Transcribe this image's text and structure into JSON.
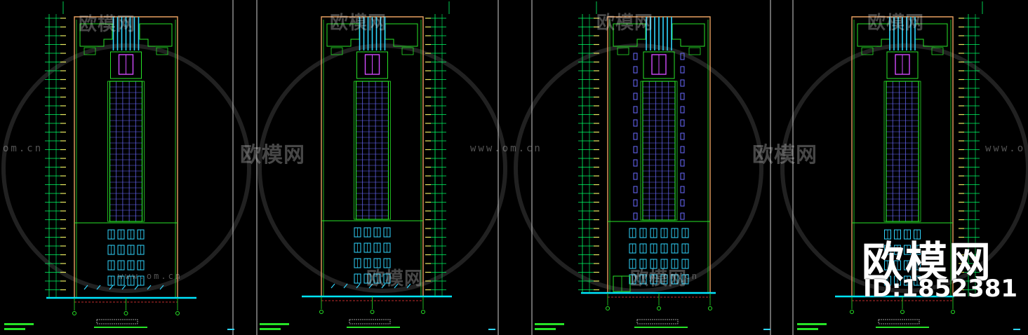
{
  "colors": {
    "background": "#000000",
    "outline": "#e8a060",
    "facade": "#27e327",
    "stair": "#2fd6ff",
    "core": "#d24bff",
    "window": "#6a6aff",
    "grid": "#00ff66",
    "ground": "#00e5ff"
  },
  "watermark": {
    "brand": "欧模网",
    "url": "www.om.cn",
    "url_cut_left": "om.cn",
    "url_cut_right": "www.o"
  },
  "badge": {
    "brand": "欧模网",
    "id": "ID:1852381"
  }
}
